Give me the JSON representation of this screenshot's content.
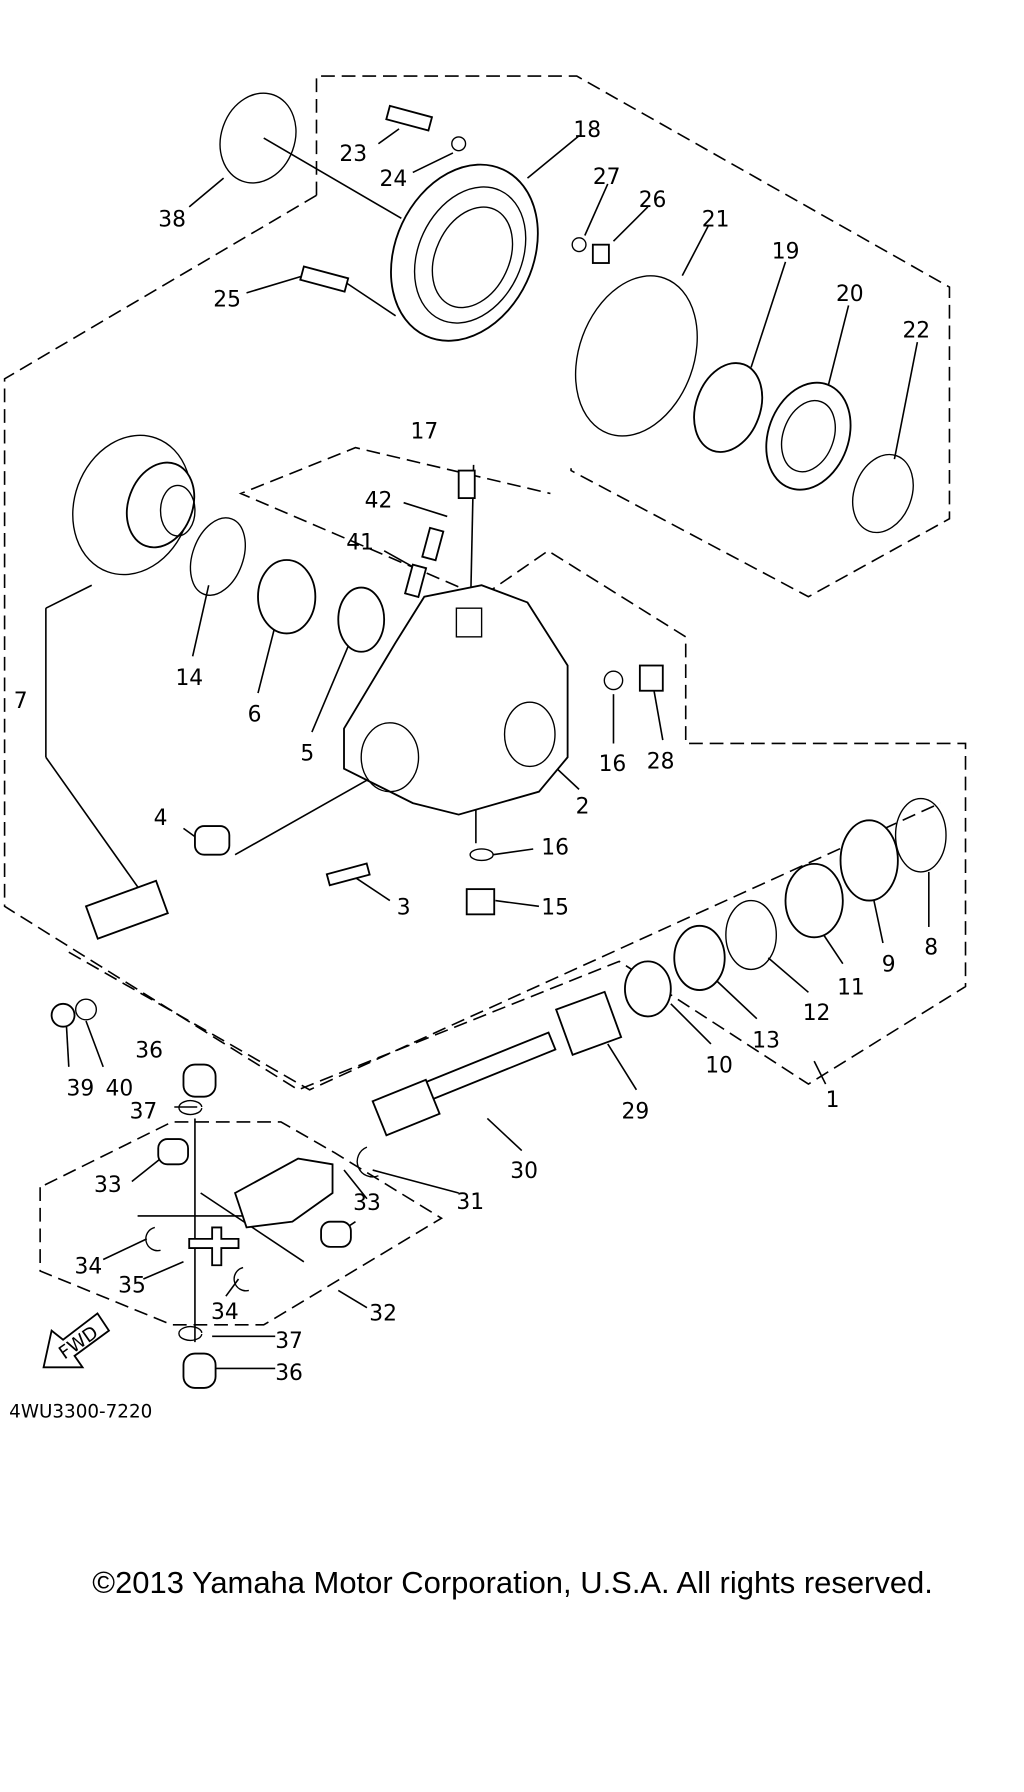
{
  "diagram": {
    "callouts": [
      "38",
      "23",
      "24",
      "18",
      "27",
      "26",
      "21",
      "19",
      "20",
      "22",
      "25",
      "17",
      "42",
      "41",
      "7",
      "14",
      "6",
      "5",
      "16",
      "28",
      "2",
      "4",
      "16",
      "3",
      "15",
      "8",
      "9",
      "11",
      "12",
      "13",
      "10",
      "36",
      "37",
      "39",
      "40",
      "29",
      "30",
      "1",
      "33",
      "31",
      "33",
      "34",
      "35",
      "34",
      "32",
      "37",
      "36"
    ],
    "fwd_label": "FWD",
    "diagram_code": "4WU3300-7220"
  },
  "footer": {
    "copyright": "©2013 Yamaha Motor Corporation, U.S.A. All rights reserved."
  }
}
